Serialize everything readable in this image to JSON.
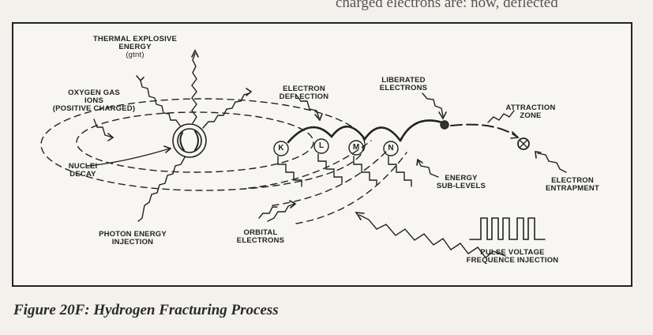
{
  "top_text": "charged electrons are: now, deflected",
  "diagram": {
    "labels": {
      "thermal": [
        "THERMAL EXPLOSIVE",
        "ENERGY",
        "(gtnt)"
      ],
      "oxygen": [
        "OXYGEN GAS",
        "IONS",
        "(POSITIVE CHARGED)"
      ],
      "nuclei": [
        "NUCLEI",
        "DECAY"
      ],
      "photon": [
        "PHOTON ENERGY",
        "INJECTION"
      ],
      "deflection": [
        "ELECTRON",
        "DEFLECTION"
      ],
      "liberated": [
        "LIBERATED",
        "ELECTRONS"
      ],
      "attraction": [
        "ATTRACTION",
        "ZONE"
      ],
      "energy_sub": [
        "ENERGY",
        "SUB-LEVELS"
      ],
      "entrapment": [
        "ELECTRON",
        "ENTRAPMENT"
      ],
      "orbital": [
        "ORBITAL",
        "ELECTRONS"
      ],
      "pulse": [
        "PULSE VOLTAGE",
        "FREQUENCE INJECTION"
      ]
    },
    "shells": [
      "K",
      "L",
      "M",
      "N"
    ]
  },
  "caption": "Figure 20F:  Hydrogen Fracturing Process"
}
